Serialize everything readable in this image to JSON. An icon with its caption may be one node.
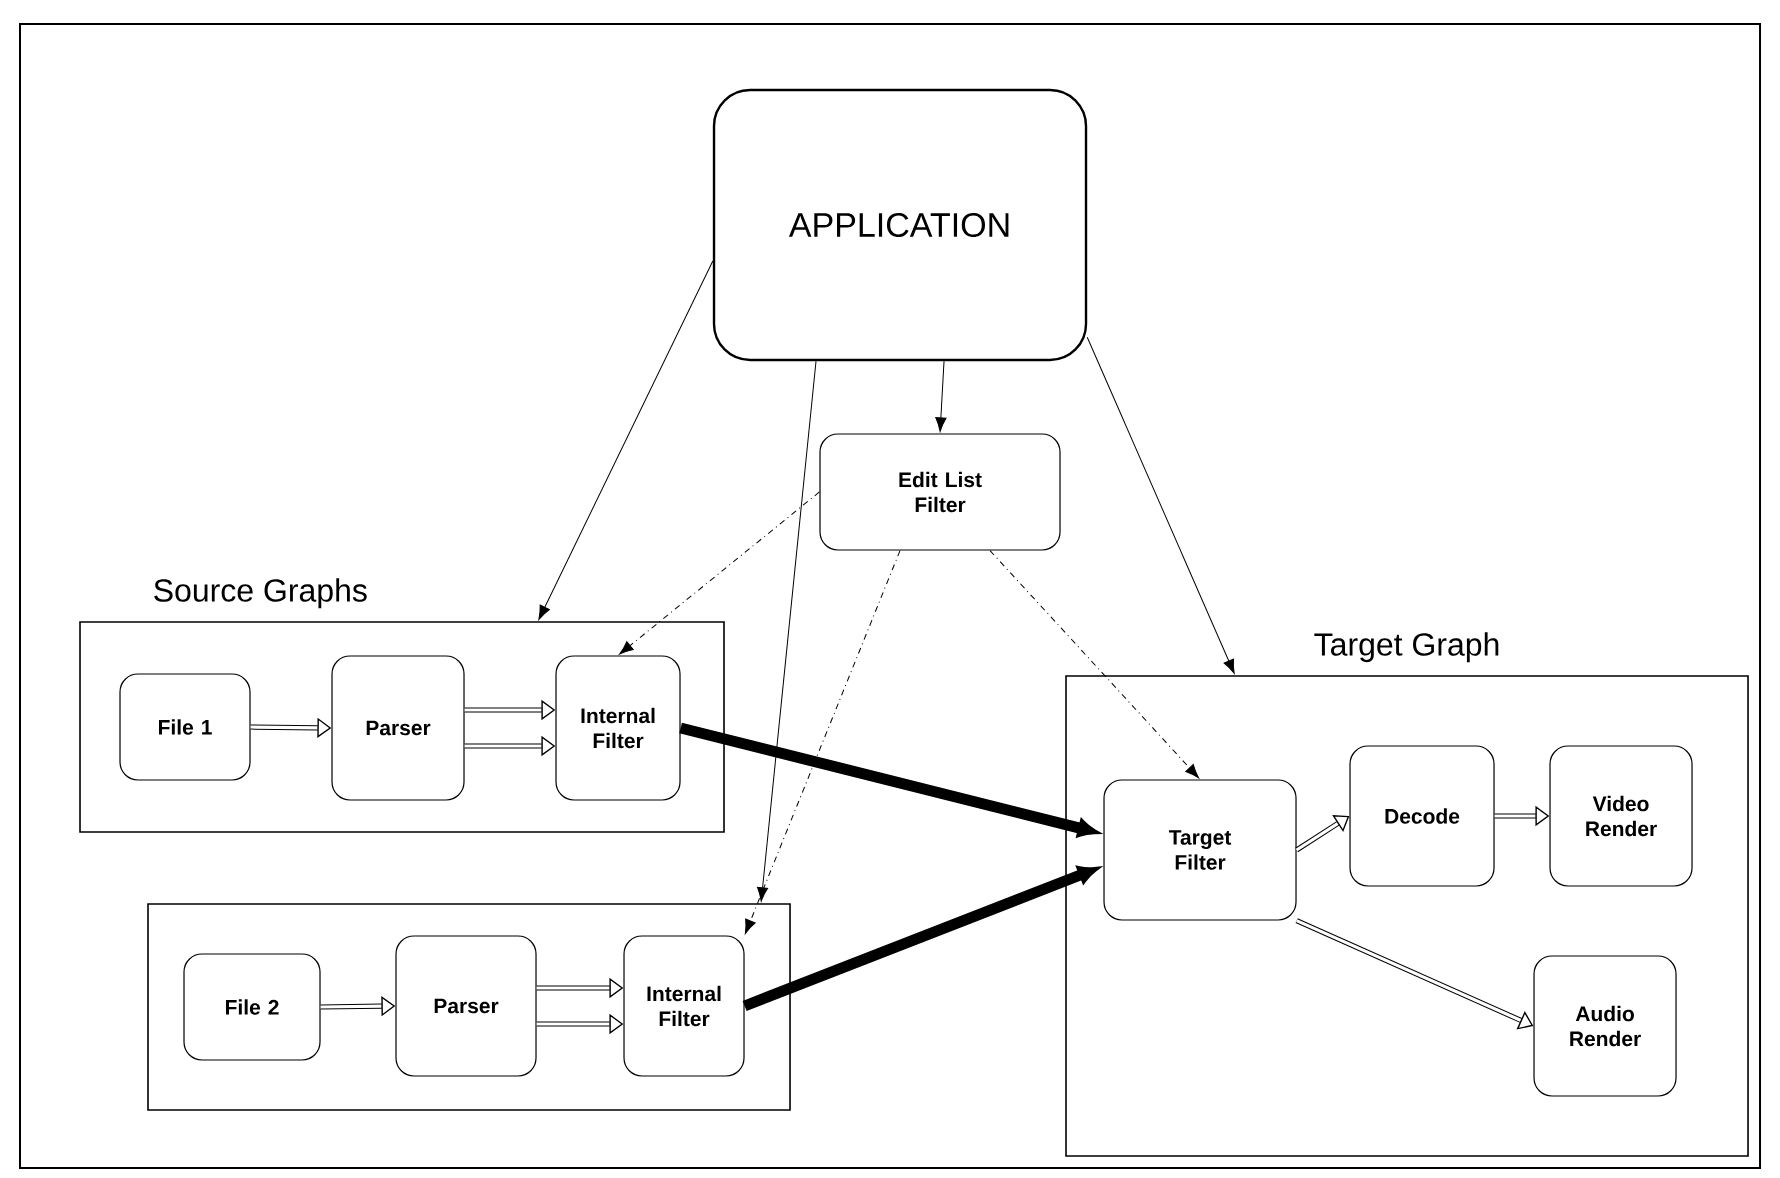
{
  "diagram": {
    "nodes": [
      {
        "text": [
          "APPLICATION"
        ]
      },
      {
        "text": [
          "Edit List Filter"
        ]
      },
      {
        "text": [
          "Source Graphs"
        ]
      },
      {
        "text": [],
        "shape": "box"
      },
      {
        "text": [
          "File 1"
        ],
        "in": 2
      },
      {
        "text": [
          "Parser"
        ],
        "in": 2
      },
      {
        "text": [
          "Internal Filter"
        ],
        "in": 2
      },
      {
        "text": [
          "File 2"
        ],
        "in": 3
      },
      {
        "text": [
          "Parser"
        ],
        "in": 3
      },
      {
        "text": [
          "Internal Filter"
        ],
        "in": 3
      },
      {
        "text": [
          "Target Graph"
        ]
      },
      {
        "text": [
          "Target Filter"
        ],
        "in": 10
      },
      {
        "text": [
          "Decode"
        ],
        "in": 10
      },
      {
        "text": [
          "Video Render"
        ],
        "in": 10
      },
      {
        "text": [
          "Audio Render"
        ],
        "in": 10
      }
    ],
    "edges": [
      {
        "from": 0,
        "to": 2,
        "arrow": "to"
      },
      {
        "from": 0,
        "to": 3,
        "arrow": "to"
      },
      {
        "from": 0,
        "to": 1,
        "arrow": "to"
      },
      {
        "from": 0,
        "to": 10,
        "arrow": "to"
      },
      {
        "from": 1,
        "to": 6,
        "arrow": "to",
        "style": "dashed"
      },
      {
        "from": 1,
        "to": 9,
        "arrow": "to",
        "style": "dashed"
      },
      {
        "from": 1,
        "to": 11,
        "arrow": "to",
        "style": "dashed"
      },
      {
        "from": 6,
        "to": 11,
        "arrow": "to",
        "style": "thick"
      },
      {
        "from": 9,
        "to": 11,
        "arrow": "to",
        "style": "thick"
      },
      {
        "from": 4,
        "to": 5,
        "arrow": "to"
      },
      {
        "from": 5,
        "to": 6,
        "arrow": "to"
      },
      {
        "from": 5,
        "to": 6,
        "arrow": "to"
      },
      {
        "from": 7,
        "to": 8,
        "arrow": "to"
      },
      {
        "from": 8,
        "to": 9,
        "arrow": "to"
      },
      {
        "from": 8,
        "to": 9,
        "arrow": "to"
      },
      {
        "from": 11,
        "to": 12,
        "arrow": "to"
      },
      {
        "from": 12,
        "to": 13,
        "arrow": "to"
      },
      {
        "from": 11,
        "to": 14,
        "arrow": "to"
      }
    ]
  }
}
